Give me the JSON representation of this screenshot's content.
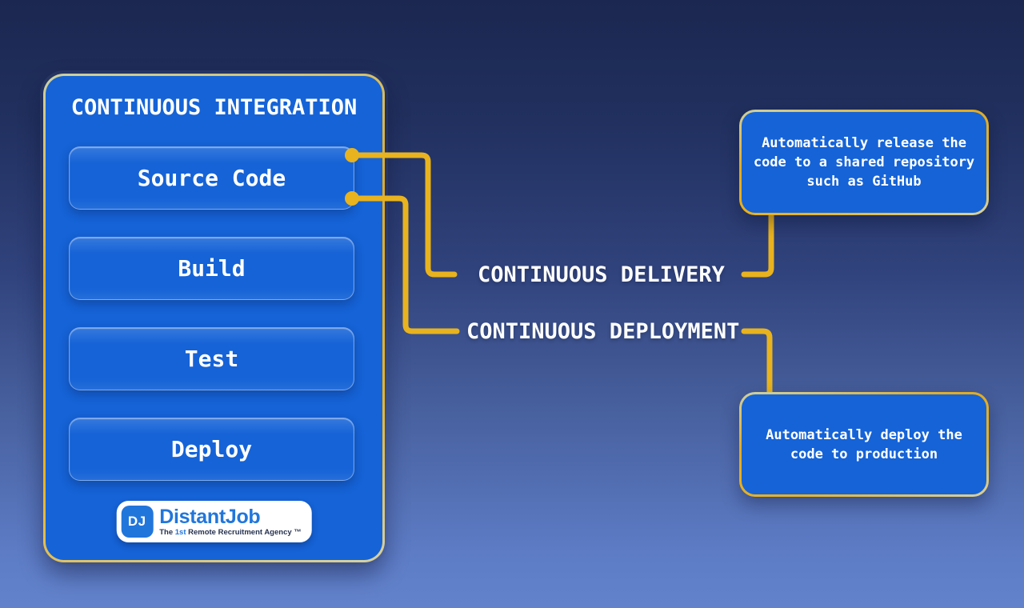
{
  "colors": {
    "background_top": "#1B2750",
    "background_bottom": "#6283CC",
    "panel_blue": "#1563D7",
    "connector_yellow": "#E8B31E",
    "frame_gold": "#E2AB20",
    "frame_gold_pale": "#CDD1A3",
    "text_white": "#FFFFFF",
    "logo_blue": "#2176DB",
    "logo_dark": "#26324F"
  },
  "ci_panel": {
    "title": "CONTINUOUS INTEGRATION",
    "steps": [
      {
        "label": "Source Code"
      },
      {
        "label": "Build"
      },
      {
        "label": "Test"
      },
      {
        "label": "Deploy"
      }
    ]
  },
  "flow_labels": {
    "delivery": "CONTINUOUS DELIVERY",
    "deployment": "CONTINUOUS DEPLOYMENT"
  },
  "callouts": {
    "delivery": {
      "lines": [
        "Automatically release the",
        "code to a shared repository",
        "such as GitHub"
      ]
    },
    "deployment": {
      "lines": [
        "Automatically deploy the",
        "code to production"
      ]
    }
  },
  "logo": {
    "monogram": "DJ",
    "name": "DistantJob",
    "tagline_pre": "The ",
    "tagline_highlight": "1st",
    "tagline_post": " Remote Recruitment Agency ™"
  }
}
